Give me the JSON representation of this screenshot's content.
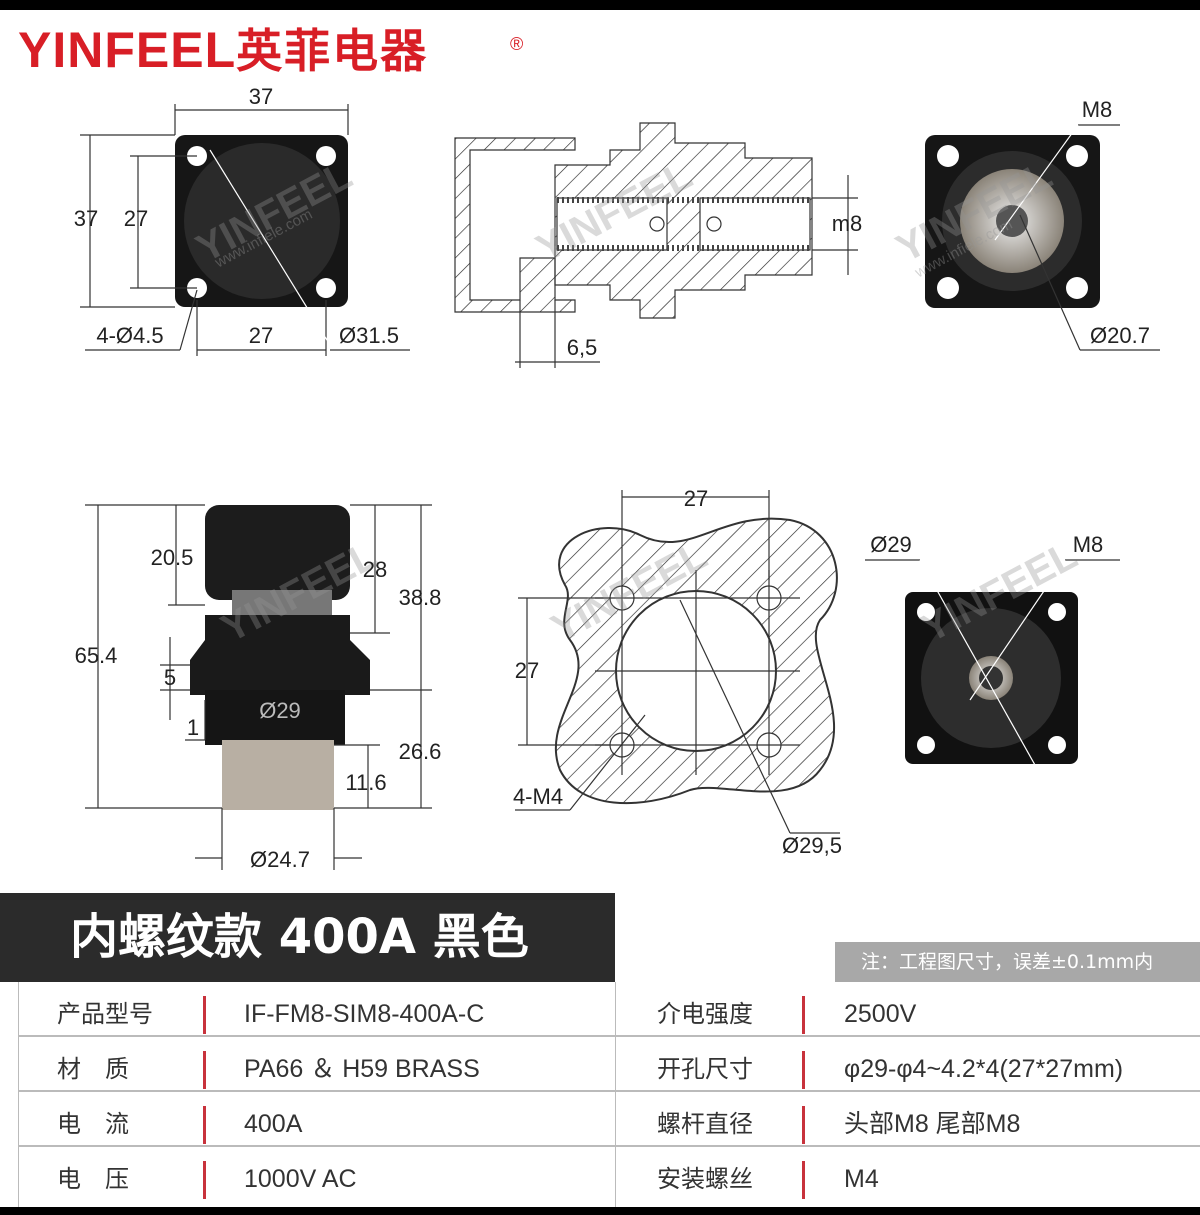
{
  "brand": {
    "name_en": "YINFEEL",
    "name_cn": "英菲电器",
    "registered": "®",
    "color": "#d81e26"
  },
  "watermark": {
    "text": "YINFEEL",
    "url": "www.infiele.com"
  },
  "drawings": {
    "front_view": {
      "width_top": "37",
      "height_outer": "37",
      "height_inner": "27",
      "holes": "4-Ø4.5",
      "width_bottom": "27",
      "diameter": "Ø31.5"
    },
    "section_view": {
      "thread": "m8",
      "offset": "6,5"
    },
    "rear_view": {
      "thread": "M8",
      "diameter": "Ø20.7"
    },
    "side_view": {
      "d1": "20.5",
      "d2": "28",
      "d3": "38.8",
      "total": "65.4",
      "d4": "5",
      "flange_dia": "Ø29",
      "d5": "1",
      "d6": "26.6",
      "d7": "11.6",
      "body_dia": "Ø24.7"
    },
    "panel_cutout": {
      "width": "27",
      "height": "27",
      "screws": "4-M4",
      "hole_dia": "Ø29,5"
    },
    "photo_view": {
      "diameter": "Ø29",
      "thread": "M8"
    }
  },
  "title": "内螺纹款 400A 黑色",
  "note": "注：工程图尺寸，误差±0.1mm内",
  "specs": [
    {
      "label": "产品型号",
      "value": "IF-FM8-SIM8-400A-C",
      "label2": "介电强度",
      "value2": "2500V"
    },
    {
      "label": "材　质",
      "value": "PA66 ＆ H59 BRASS",
      "label2": "开孔尺寸",
      "value2": "φ29-φ4~4.2*4(27*27mm)"
    },
    {
      "label": "电　流",
      "value": "400A",
      "label2": "螺杆直径",
      "value2": "头部M8 尾部M8"
    },
    {
      "label": "电　压",
      "value": "1000V AC",
      "label2": "安装螺丝",
      "value2": "M4"
    }
  ],
  "colors": {
    "title_bg": "#2b2b2b",
    "note_bg": "#a8a8a8",
    "separator": "#c8323c"
  }
}
